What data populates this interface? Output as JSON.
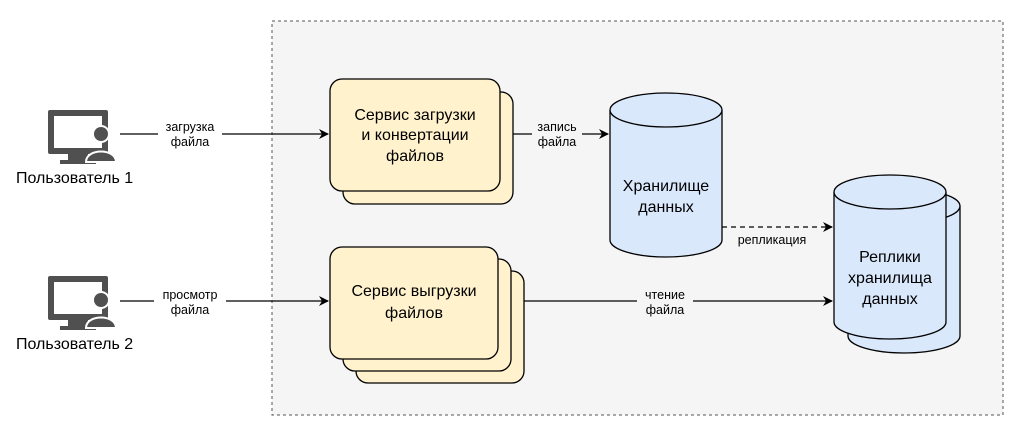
{
  "colors": {
    "background": "#ffffff",
    "boundary_fill": "#f5f5f5",
    "boundary_stroke": "#555555",
    "service_fill": "#fff2cc",
    "storage_fill": "#dae8fc",
    "stroke": "#000000",
    "user_icon": "#505050"
  },
  "users": [
    {
      "label": "Пользователь 1",
      "icon": "user-computer-icon"
    },
    {
      "label": "Пользователь 2",
      "icon": "user-computer-icon"
    }
  ],
  "services": {
    "upload": {
      "lines": [
        "Сервис загрузки",
        "и конвертации",
        "файлов"
      ]
    },
    "download": {
      "lines": [
        "Сервис выгрузки",
        "файлов"
      ]
    }
  },
  "storage": {
    "primary": {
      "lines": [
        "Хранилище",
        "данных"
      ]
    },
    "replicas": {
      "lines": [
        "Реплики",
        "хранилища",
        "данных"
      ]
    }
  },
  "edges": {
    "upload_file": {
      "lines": [
        "загрузка",
        "файла"
      ]
    },
    "write_file": {
      "lines": [
        "запись",
        "файла"
      ]
    },
    "replication": {
      "lines": [
        "репликация"
      ],
      "style": "dashed"
    },
    "view_file": {
      "lines": [
        "просмотр",
        "файла"
      ]
    },
    "read_file": {
      "lines": [
        "чтение",
        "файла"
      ]
    }
  }
}
